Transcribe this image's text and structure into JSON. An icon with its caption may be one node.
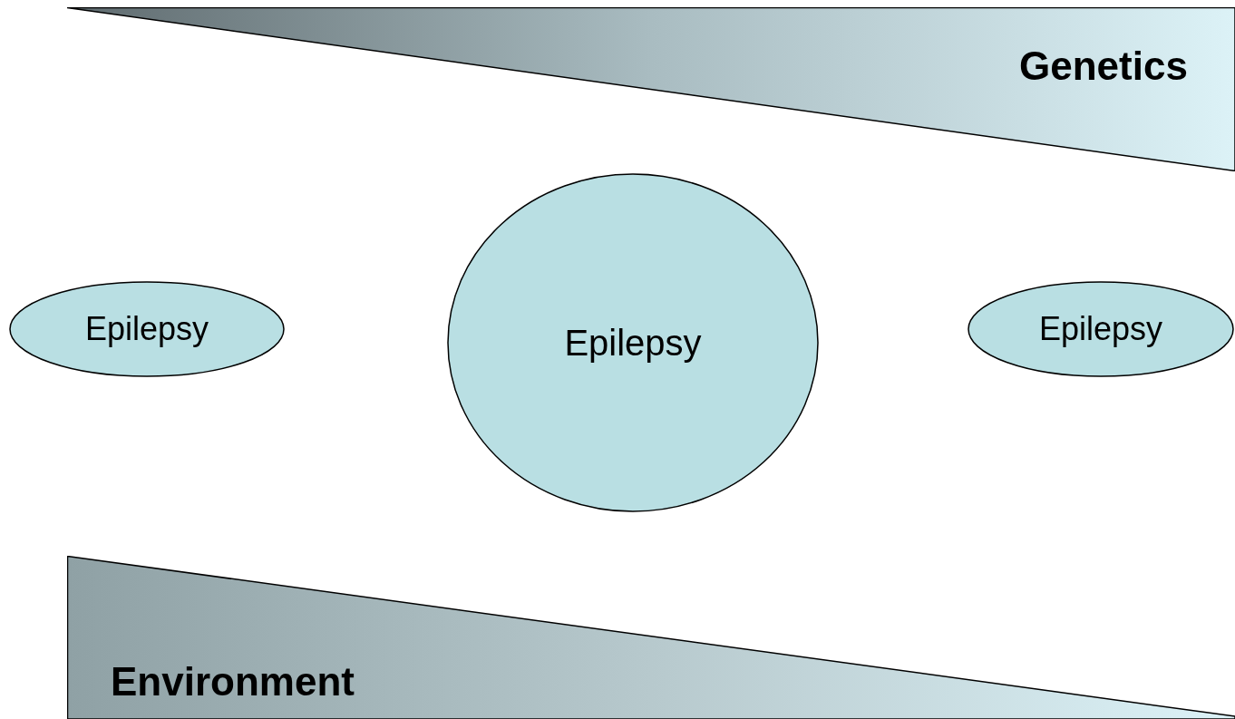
{
  "diagram": {
    "nodes": [
      {
        "text": [
          "Genetics"
        ]
      },
      {
        "text": [
          "Epilepsy"
        ]
      },
      {
        "text": [
          "Epilepsy"
        ]
      },
      {
        "text": [
          "Epilepsy"
        ]
      },
      {
        "text": [
          "Environment"
        ]
      }
    ]
  }
}
